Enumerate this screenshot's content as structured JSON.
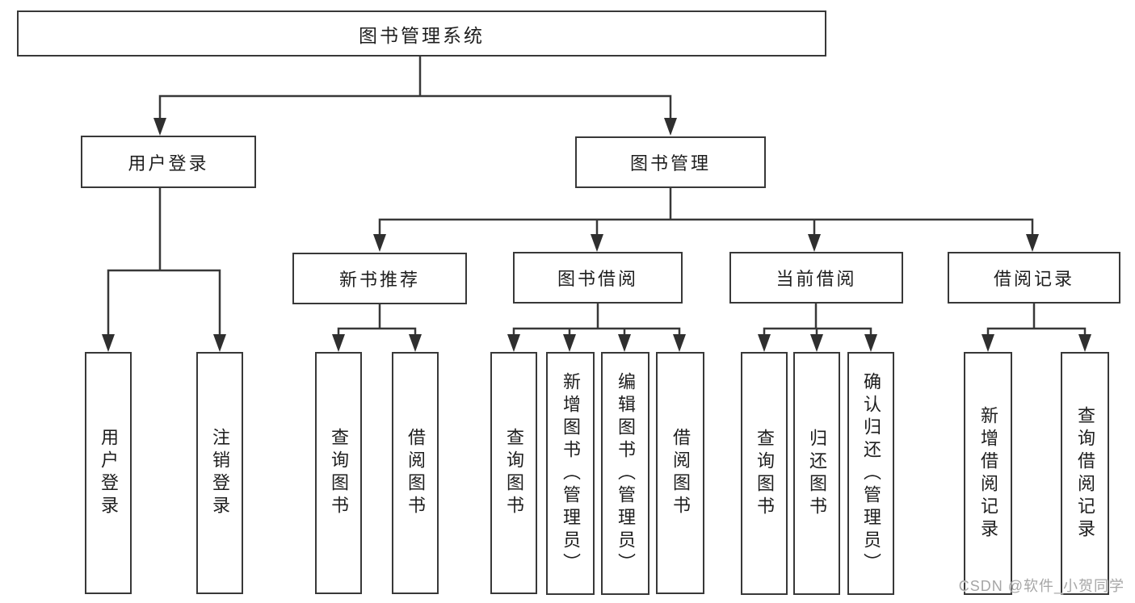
{
  "diagram_type": "hierarchy-tree",
  "tree": {
    "root": {
      "label": "图书管理系统"
    },
    "level2": [
      {
        "label": "用户登录",
        "children": [
          {
            "label": "用户登录"
          },
          {
            "label": "注销登录"
          }
        ]
      },
      {
        "label": "图书管理",
        "children": [
          {
            "label": "新书推荐",
            "children": [
              {
                "label": "查询图书"
              },
              {
                "label": "借阅图书"
              }
            ]
          },
          {
            "label": "图书借阅",
            "children": [
              {
                "label": "查询图书"
              },
              {
                "label": "新增图书（管理员）"
              },
              {
                "label": "编辑图书（管理员）"
              },
              {
                "label": "借阅图书"
              }
            ]
          },
          {
            "label": "当前借阅",
            "children": [
              {
                "label": "查询图书"
              },
              {
                "label": "归还图书"
              },
              {
                "label": "确认归还（管理员）"
              }
            ]
          },
          {
            "label": "借阅记录",
            "children": [
              {
                "label": "新增借阅记录"
              },
              {
                "label": "查询借阅记录"
              }
            ]
          }
        ]
      }
    ]
  },
  "watermark": {
    "text": "CSDN @软件_小贺同学"
  },
  "colors": {
    "line": "#383838",
    "arrow_fill": "#2f2f2f",
    "box_border": "#383838",
    "text": "#1e1e1e",
    "background": "#ffffff",
    "watermark": "#a6a6a6"
  }
}
